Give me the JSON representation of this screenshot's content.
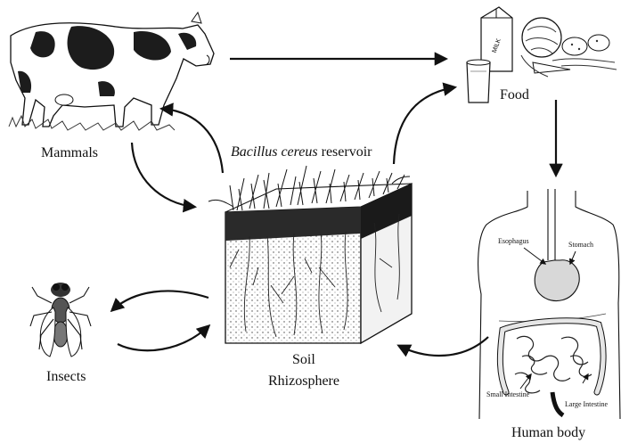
{
  "nodes": {
    "mammals": "Mammals",
    "food": "Food",
    "reservoir_species": "Bacillus cereus",
    "reservoir_suffix": " reservoir",
    "soil": "Soil",
    "rhizosphere": "Rhizosphere",
    "insects": "Insects",
    "human_body": "Human body"
  },
  "anatomy": {
    "esophagus": "Esophagus",
    "stomach": "Stomach",
    "small_intestine": "Small Intestine",
    "large_intestine": "Large Intestine"
  },
  "food_items": {
    "carton_label": "MILK"
  }
}
